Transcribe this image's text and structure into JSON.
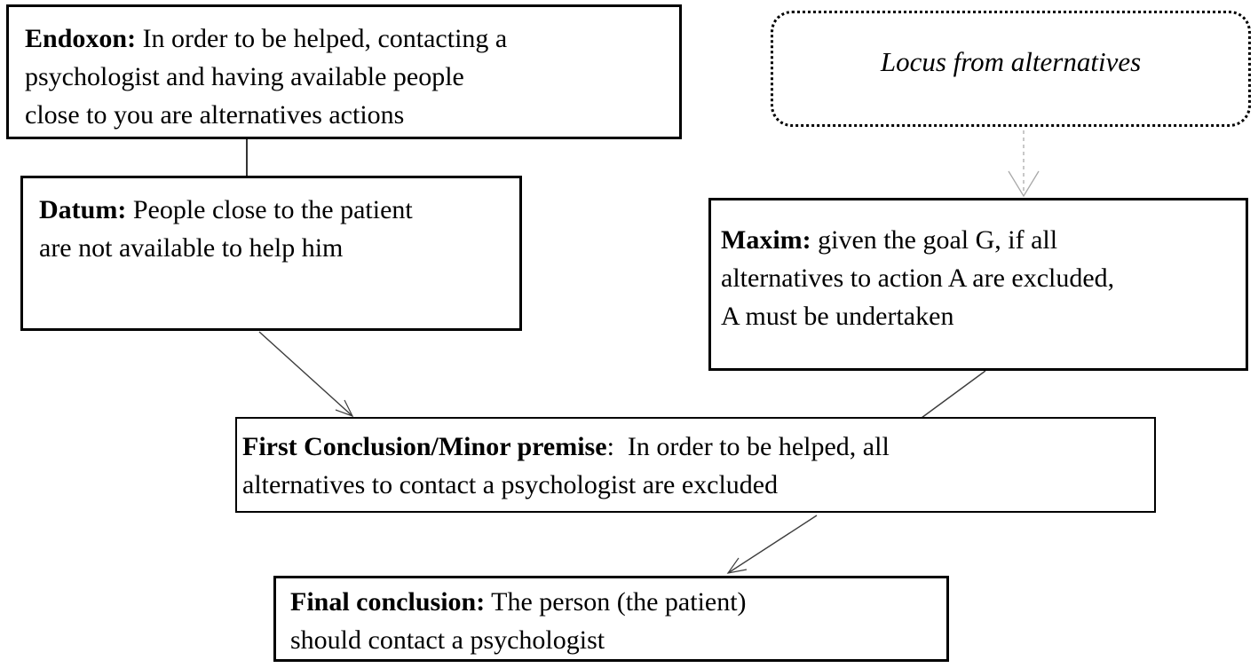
{
  "boxes": {
    "endoxon": {
      "label": "Endoxon:",
      "lines": [
        " In order to be helped, contacting a",
        "psychologist and having available people",
        "close to you are alternatives actions"
      ]
    },
    "locus": {
      "text": "Locus from alternatives"
    },
    "datum": {
      "label": "Datum:",
      "lines": [
        " People close to the patient",
        "are not available to help him"
      ]
    },
    "maxim": {
      "label": "Maxim:",
      "lines": [
        " given the goal G, if all",
        "alternatives to action A are excluded,",
        "A must be undertaken"
      ]
    },
    "first_conclusion": {
      "label": "First Conclusion/Minor premise",
      "lines": [
        ":  In order to be helped, all",
        "alternatives to contact a psychologist are excluded"
      ]
    },
    "final_conclusion": {
      "label": "Final conclusion:",
      "lines": [
        " The person (the patient)",
        "should contact a psychologist"
      ]
    }
  },
  "edges": [
    {
      "name": "connector-endoxon-datum",
      "from": "endoxon",
      "to": "datum",
      "style": "solid",
      "arrowhead": false
    },
    {
      "name": "arrow-locus-maxim",
      "from": "locus",
      "to": "maxim",
      "style": "dashed",
      "arrowhead": true
    },
    {
      "name": "arrow-datum-first-conclusion",
      "from": "datum",
      "to": "first_conclusion",
      "style": "solid",
      "arrowhead": true
    },
    {
      "name": "connector-maxim-first-conclusion",
      "from": "maxim",
      "to": "first_conclusion",
      "style": "solid",
      "arrowhead": false
    },
    {
      "name": "arrow-first-conclusion-final-conclusion",
      "from": "first_conclusion",
      "to": "final_conclusion",
      "style": "solid",
      "arrowhead": true
    }
  ],
  "colors": {
    "background": "#ffffff",
    "box_border": "#000000",
    "text": "#000000",
    "connector": "#3d3d3d",
    "locus_arrow": "#b0b0b0"
  }
}
